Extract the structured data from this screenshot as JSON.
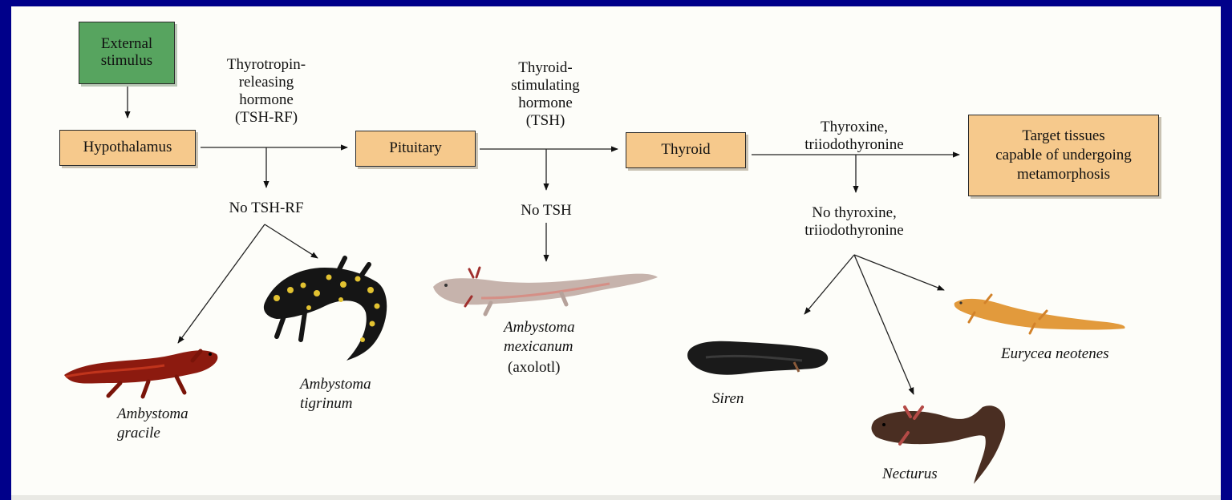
{
  "nodes": {
    "external_stimulus": "External\nstimulus",
    "hypothalamus": "Hypothalamus",
    "pituitary": "Pituitary",
    "thyroid": "Thyroid",
    "target": "Target tissues\ncapable of undergoing\nmetamorphosis"
  },
  "hormones": {
    "trh": "Thyrotropin-\nreleasing\nhormone\n(TSH-RF)",
    "tsh": "Thyroid-\nstimulating\nhormone\n(TSH)",
    "t4": "Thyroxine,\ntriiodothyronine"
  },
  "absent": {
    "no_trh": "No TSH-RF",
    "no_tsh": "No TSH",
    "no_t4": "No thyroxine,\ntriiodothyronine"
  },
  "species": {
    "gracile": "Ambystoma\ngracile",
    "tigrinum": "Ambystoma\ntigrinum",
    "mexicanum": "Ambystoma\nmexicanum",
    "axolotl": "(axolotl)",
    "siren": "Siren",
    "necturus": "Necturus",
    "eurycea": "Eurycea neotenes"
  },
  "colors": {
    "background": "#00008a",
    "box_fill": "#f6c98c",
    "stimulus_fill": "#57a45f"
  }
}
